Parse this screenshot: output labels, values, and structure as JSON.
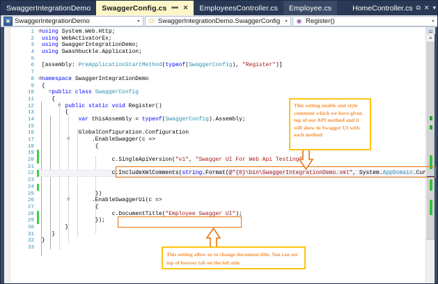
{
  "window": {
    "tabs": [
      {
        "label": "SwaggerIntegrationDemo",
        "state": "inactive"
      },
      {
        "label": "SwaggerConfig.cs",
        "state": "active",
        "pin": "➖",
        "close": "✕"
      },
      {
        "label": "EmployeesController.cs",
        "state": "inactive"
      },
      {
        "label": "Employee.cs",
        "state": "alt"
      }
    ],
    "right_tab": "HomeController.cs",
    "right_icons": {
      "window_list": "⧉",
      "close": "✕",
      "dropdown": "▾"
    }
  },
  "navbar": {
    "project": "SwaggerIntegrationDemo",
    "project_icon": "project-icon",
    "type": "SwaggerIntegrationDemo.SwaggerConfig",
    "type_icon": "class-icon",
    "member": "Register()",
    "member_icon": "method-icon",
    "dropdown_arrow": "▾"
  },
  "editor": {
    "first_line": 1,
    "last_line": 33,
    "lines": [
      {
        "n": 1,
        "segs": [
          [
            "pp",
            "⊖"
          ],
          [
            "kw",
            "using "
          ],
          [
            "pln",
            "System.Web.Http;"
          ]
        ]
      },
      {
        "n": 2,
        "segs": [
          [
            "pln",
            " "
          ],
          [
            "kw",
            "using "
          ],
          [
            "pln",
            "WebActivatorEx;"
          ]
        ]
      },
      {
        "n": 3,
        "segs": [
          [
            "pln",
            " "
          ],
          [
            "kw",
            "using "
          ],
          [
            "pln",
            "SwaggerIntegrationDemo;"
          ]
        ]
      },
      {
        "n": 4,
        "segs": [
          [
            "pln",
            " "
          ],
          [
            "kw",
            "using "
          ],
          [
            "pln",
            "Swashbuckle.Application;"
          ]
        ]
      },
      {
        "n": 5,
        "segs": []
      },
      {
        "n": 6,
        "segs": [
          [
            "pln",
            " ["
          ],
          [
            "pln",
            "assembly"
          ],
          [
            "pln",
            ": "
          ],
          [
            "typ",
            "PreApplicationStartMethod"
          ],
          [
            "pln",
            "("
          ],
          [
            "kw",
            "typeof"
          ],
          [
            "pln",
            "("
          ],
          [
            "typ",
            "SwaggerConfig"
          ],
          [
            "pln",
            "), "
          ],
          [
            "str",
            "\"Register\""
          ],
          [
            "pln",
            ")]"
          ]
        ]
      },
      {
        "n": 7,
        "segs": []
      },
      {
        "n": 8,
        "segs": [
          [
            "pp",
            "⊖"
          ],
          [
            "kw",
            "namespace "
          ],
          [
            "pln",
            "SwaggerIntegrationDemo"
          ]
        ]
      },
      {
        "n": 9,
        "segs": [
          [
            "pln",
            " {"
          ]
        ]
      },
      {
        "n": 10,
        "segs": [
          [
            "pln",
            "    "
          ],
          [
            "kw",
            "public class "
          ],
          [
            "typ",
            "SwaggerConfig"
          ]
        ]
      },
      {
        "n": 11,
        "segs": [
          [
            "pln",
            "    {"
          ]
        ]
      },
      {
        "n": 12,
        "segs": [
          [
            "pln",
            "        "
          ],
          [
            "kw",
            "public static void "
          ],
          [
            "pln",
            "Register()"
          ]
        ]
      },
      {
        "n": 13,
        "segs": [
          [
            "pln",
            "        {"
          ]
        ]
      },
      {
        "n": 14,
        "segs": [
          [
            "pln",
            "            "
          ],
          [
            "kw",
            "var "
          ],
          [
            "pln",
            "thisAssembly = "
          ],
          [
            "kw",
            "typeof"
          ],
          [
            "pln",
            "("
          ],
          [
            "typ",
            "SwaggerConfig"
          ],
          [
            "pln",
            ").Assembly;"
          ]
        ]
      },
      {
        "n": 15,
        "segs": []
      },
      {
        "n": 16,
        "segs": [
          [
            "pln",
            "            GlobalConfiguration.Configuration"
          ]
        ]
      },
      {
        "n": 17,
        "segs": [
          [
            "pln",
            "                .EnableSwagger(c =>"
          ]
        ]
      },
      {
        "n": 18,
        "segs": [
          [
            "pln",
            "                 {"
          ]
        ]
      },
      {
        "n": 19,
        "segs": []
      },
      {
        "n": 20,
        "segs": [
          [
            "pln",
            "                      c.SingleApiVersion("
          ],
          [
            "str",
            "\"v1\""
          ],
          [
            "pln",
            ", "
          ],
          [
            "str",
            "\"Swagger UI For Web Api Testing\""
          ],
          [
            "pln",
            ");"
          ]
        ]
      },
      {
        "n": 21,
        "segs": []
      },
      {
        "n": 22,
        "segs": [
          [
            "pln",
            "                      c.IncludeXmlComments("
          ],
          [
            "kw",
            "string"
          ],
          [
            "pln",
            ".Format("
          ],
          [
            "str",
            "@\"{0}\\bin\\SwaggerIntegrationDemo.xml\""
          ],
          [
            "pln",
            ", System."
          ],
          [
            "typ",
            "AppDomain"
          ],
          [
            "pln",
            ".CurrentDoma"
          ]
        ]
      },
      {
        "n": 23,
        "segs": []
      },
      {
        "n": 24,
        "segs": []
      },
      {
        "n": 25,
        "segs": [
          [
            "pln",
            "                 })"
          ]
        ]
      },
      {
        "n": 26,
        "segs": [
          [
            "pln",
            "                .EnableSwaggerUi(c =>"
          ]
        ]
      },
      {
        "n": 27,
        "segs": [
          [
            "pln",
            "                 {"
          ]
        ]
      },
      {
        "n": 28,
        "segs": [
          [
            "pln",
            "                      c.DocumentTitle("
          ],
          [
            "str",
            "\"Employee Swagger UI\""
          ],
          [
            "pln",
            ");"
          ]
        ]
      },
      {
        "n": 29,
        "segs": [
          [
            "pln",
            "                 });"
          ]
        ]
      },
      {
        "n": 30,
        "segs": [
          [
            "pln",
            "        }"
          ]
        ]
      },
      {
        "n": 31,
        "segs": [
          [
            "pln",
            "    }"
          ]
        ]
      },
      {
        "n": 32,
        "segs": [
          [
            "pln",
            " }"
          ]
        ]
      },
      {
        "n": 33,
        "segs": []
      }
    ],
    "changed_lines": [
      19,
      20,
      22,
      24,
      28,
      29
    ]
  },
  "annotations": [
    {
      "id": "xml-comments-note",
      "text": "This setting enable xml style comment which we have given top of our API method and it will show in Swagger UI with each method"
    },
    {
      "id": "document-title-note",
      "text": "This setting allow us to change document title. You can see top of bowser tab on the left side"
    }
  ],
  "colors": {
    "chrome": "#293955",
    "active_tab": "#fdf6c8",
    "highlight_box": "#e8720c",
    "note_border": "#ffc20e",
    "note_text": "#f7923b",
    "change_bar": "#3ecf42",
    "line_number": "#2b91af"
  }
}
